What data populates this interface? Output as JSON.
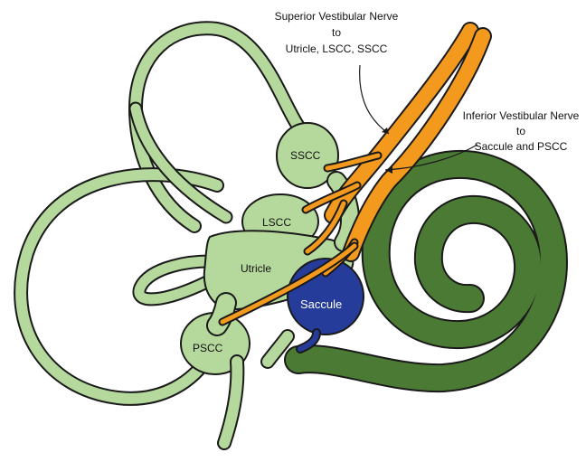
{
  "labels": {
    "sscc": "SSCC",
    "lscc": "LSCC",
    "utricle": "Utricle",
    "pscc": "PSCC",
    "saccule": "Saccule"
  },
  "callouts": {
    "superior": {
      "line1": "Superior Vestibular Nerve",
      "line2": "to",
      "line3": "Utricle, LSCC, SSCC"
    },
    "inferior": {
      "line1": "Inferior Vestibular Nerve",
      "line2": "to",
      "line3": "Saccule and PSCC"
    }
  },
  "colors": {
    "labyrinth_fill": "#b5d99c",
    "outline": "#1a1a1a",
    "nerve_fill": "#f39a1e",
    "saccule_fill": "#253c9a",
    "cochlea_fill": "#4a7a33"
  }
}
